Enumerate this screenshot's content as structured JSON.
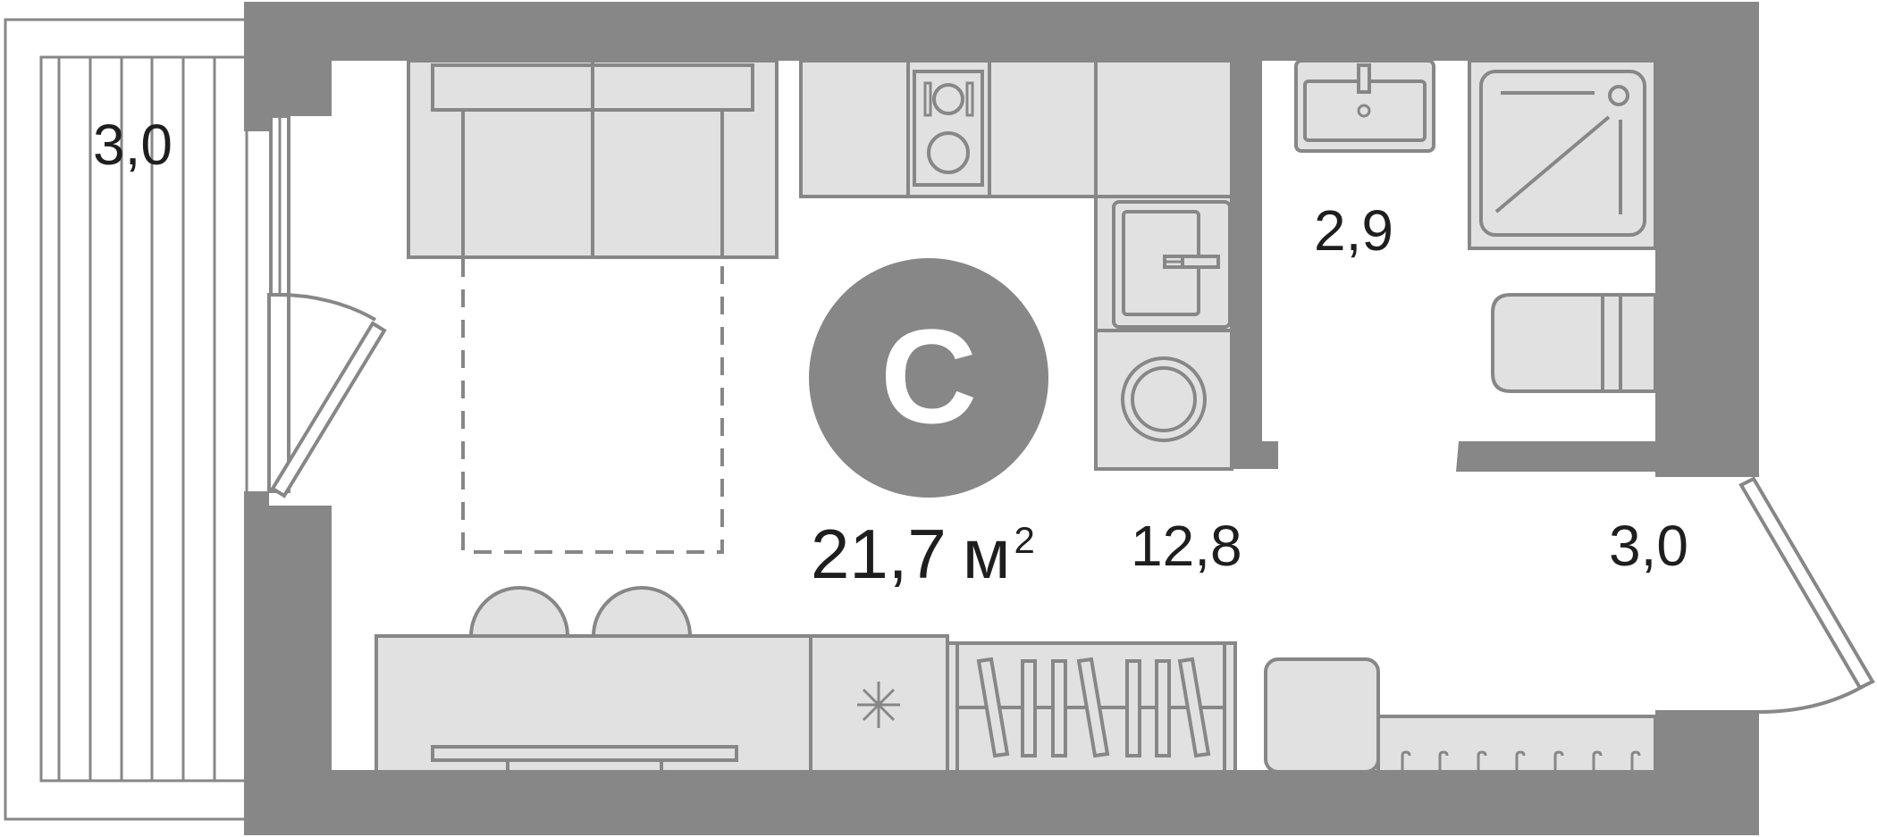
{
  "plan": {
    "type_letter": "С",
    "total_area": "21,7",
    "unit": "м",
    "unit_power": "2",
    "rooms": {
      "balcony_left": "3,0",
      "bathroom": "2,9",
      "main_room": "12,8",
      "hallway": "3,0"
    },
    "colors": {
      "walls": "#878787",
      "furniture": "#e1e1e1",
      "badge": "#878787",
      "text": "#1e1e1e"
    }
  }
}
